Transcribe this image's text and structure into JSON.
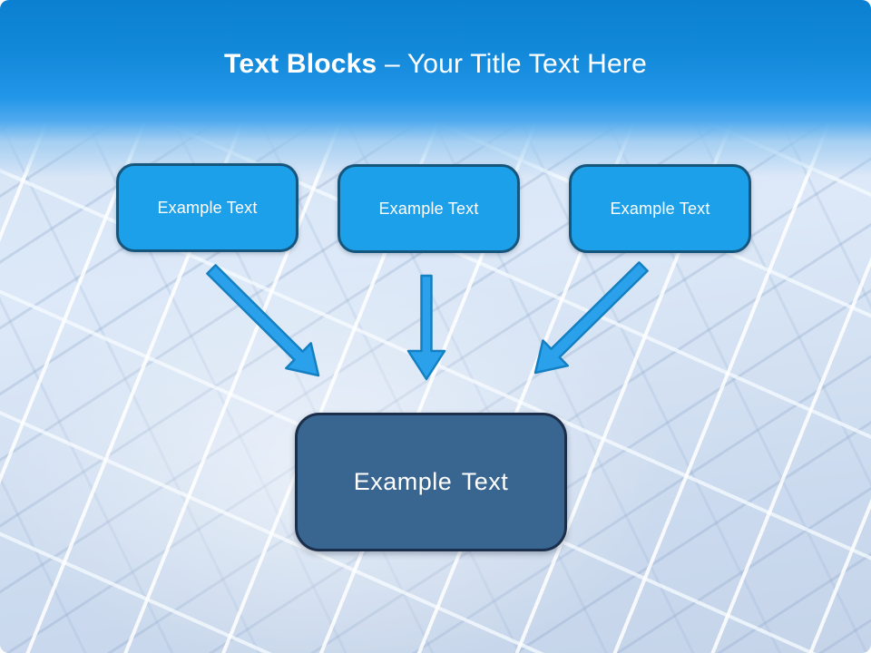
{
  "slide": {
    "title": {
      "bold": "Text Blocks",
      "rest": " – Your Title Text Here"
    },
    "top_boxes": [
      {
        "label": "Example Text"
      },
      {
        "label": "Example Text"
      },
      {
        "label": "Example Text"
      }
    ],
    "bottom_box": {
      "label": "Example Text"
    },
    "arrows": [
      {
        "name": "arrow-down-right-icon"
      },
      {
        "name": "arrow-down-icon"
      },
      {
        "name": "arrow-down-left-icon"
      }
    ],
    "colors": {
      "header_top": "#0b80d1",
      "header_mid": "#2296e8",
      "top_box_fill": "#1ca0e9",
      "top_box_border": "#17567c",
      "bottom_box_fill": "#396591",
      "bottom_box_border": "#1b2f4b",
      "arrow_fill": "#2aa1ea",
      "arrow_stroke": "#1480c2",
      "title_text": "#ffffff",
      "background_tint": "#d2e2f4"
    }
  }
}
